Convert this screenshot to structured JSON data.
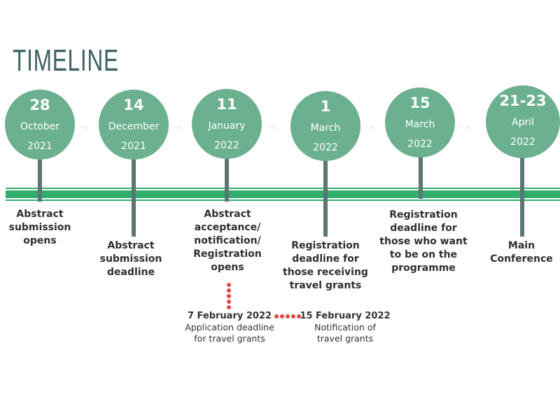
{
  "title": "TIMELINE",
  "events": [
    {
      "day": "28",
      "month": "October",
      "year": "2021",
      "label": "Abstract submission opens"
    },
    {
      "day": "14",
      "month": "December",
      "year": "2021",
      "label": "Abstract submission deadline"
    },
    {
      "day": "11",
      "month": "January",
      "year": "2022",
      "label": "Abstract acceptance/ notification/ Registration opens"
    },
    {
      "day": "1",
      "month": "March",
      "year": "2022",
      "label": "Registration deadline for those receiving travel grants"
    },
    {
      "day": "15",
      "month": "March",
      "year": "2022",
      "label": "Registration deadline for those who want to be on the programme"
    },
    {
      "day": "21-23",
      "month": "April",
      "year": "2022",
      "label": "Main Conference"
    }
  ],
  "sub_events": [
    {
      "date": "7 February 2022",
      "label": "Application deadline for travel grants"
    },
    {
      "date": "15 February 2022",
      "label": "Notification of travel grants"
    }
  ],
  "colors": {
    "circle": "#6bb08f",
    "band": "#2fae6c",
    "dots": "#e04848",
    "title": "#3f6263"
  }
}
